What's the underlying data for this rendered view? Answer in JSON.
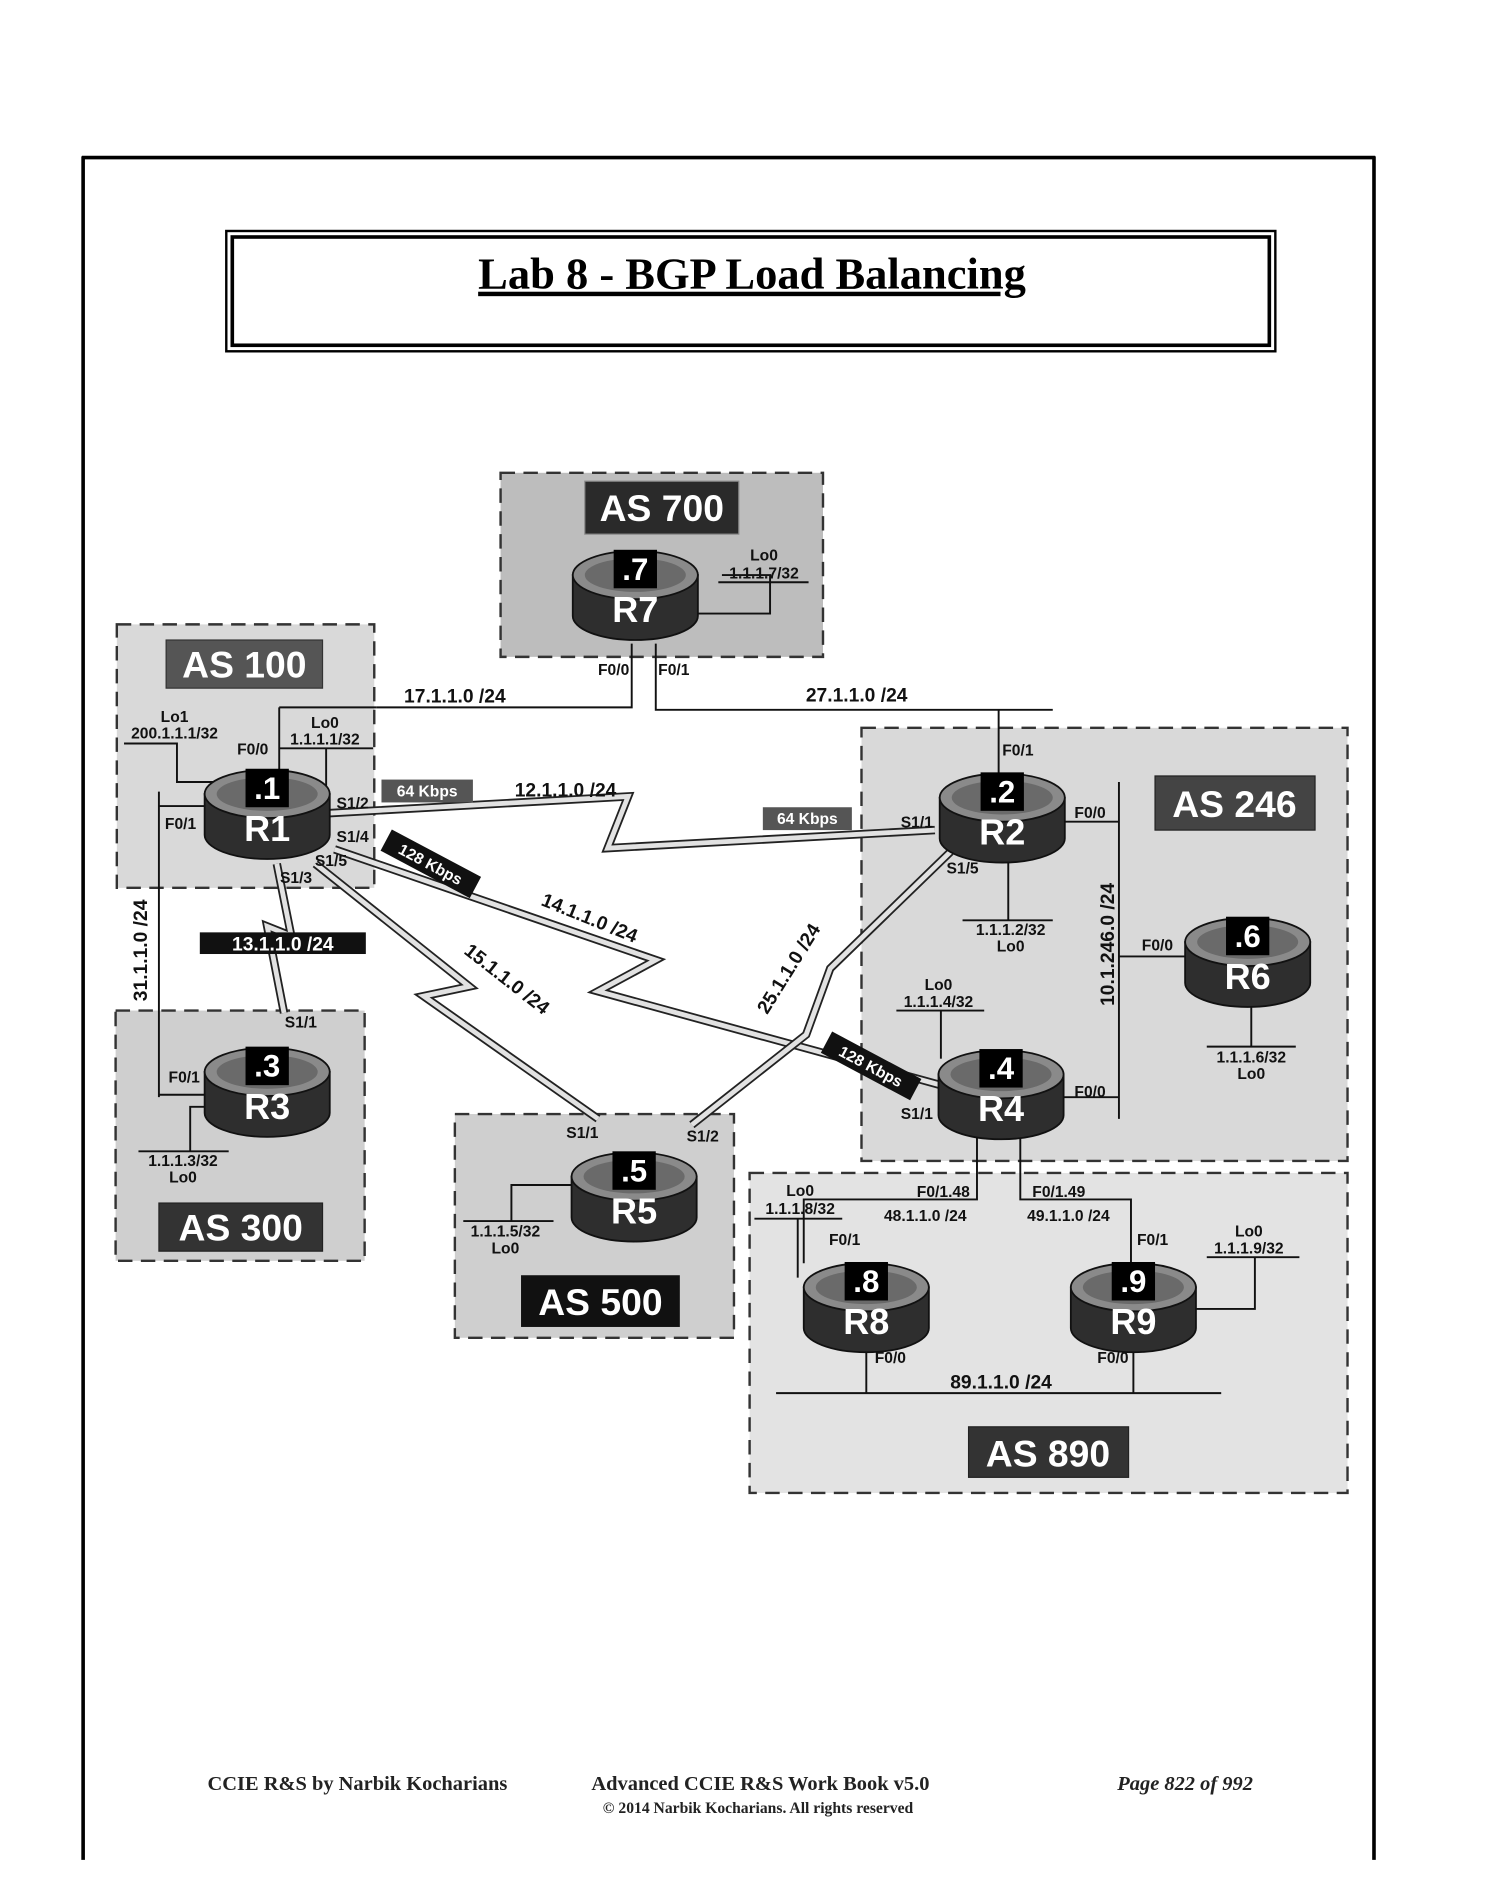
{
  "title": "Lab 8 - BGP Load Balancing",
  "as_labels": {
    "as700": "AS 700",
    "as100": "AS 100",
    "as246": "AS 246",
    "as300": "AS 300",
    "as500": "AS 500",
    "as890": "AS 890"
  },
  "routers": [
    {
      "name": "R1",
      "host": ".1"
    },
    {
      "name": "R2",
      "host": ".2"
    },
    {
      "name": "R3",
      "host": ".3"
    },
    {
      "name": "R4",
      "host": ".4"
    },
    {
      "name": "R5",
      "host": ".5"
    },
    {
      "name": "R6",
      "host": ".6"
    },
    {
      "name": "R7",
      "host": ".7"
    },
    {
      "name": "R8",
      "host": ".8"
    },
    {
      "name": "R9",
      "host": ".9"
    }
  ],
  "networks": {
    "n17": "17.1.1.0 /24",
    "n27": "27.1.1.0 /24",
    "n12": "12.1.1.0 /24",
    "n13": "13.1.1.0 /24",
    "n14": "14.1.1.0 /24",
    "n15": "15.1.1.0 /24",
    "n25": "25.1.1.0 /24",
    "n31": "31.1.1.0 /24",
    "n246": "10.1.246.0 /24",
    "n48": "48.1.1.0 /24",
    "n49": "49.1.1.0 /24",
    "n89": "89.1.1.0 /24"
  },
  "bandwidth": {
    "r1_12": "64 Kbps",
    "r2_12": "64 Kbps",
    "r1_14": "128 Kbps",
    "r4_14": "128 Kbps"
  },
  "loopbacks": {
    "r1_lo1_name": "Lo1",
    "r1_lo1_ip": "200.1.1.1/32",
    "r1_lo0_name": "Lo0",
    "r1_lo0_ip": "1.1.1.1/32",
    "r2_lo0_name": "Lo0",
    "r2_lo0_ip": "1.1.1.2/32",
    "r3_lo0_name": "Lo0",
    "r3_lo0_ip": "1.1.1.3/32",
    "r4_lo0_name": "Lo0",
    "r4_lo0_ip": "1.1.1.4/32",
    "r5_lo0_name": "Lo0",
    "r5_lo0_ip": "1.1.1.5/32",
    "r6_lo0_name": "Lo0",
    "r6_lo0_ip": "1.1.1.6/32",
    "r7_lo0_name": "Lo0",
    "r7_lo0_ip": "1.1.1.7/32",
    "r8_lo0_name": "Lo0",
    "r8_lo0_ip": "1.1.1.8/32",
    "r9_lo0_name": "Lo0",
    "r9_lo0_ip": "1.1.1.9/32"
  },
  "interfaces": {
    "r7_f00": "F0/0",
    "r7_f01": "F0/1",
    "r1_f00": "F0/0",
    "r1_f01": "F0/1",
    "r1_s12": "S1/2",
    "r1_s14": "S1/4",
    "r1_s15": "S1/5",
    "r1_s13": "S1/3",
    "r2_f01": "F0/1",
    "r2_f00": "F0/0",
    "r2_s11": "S1/1",
    "r2_s15": "S1/5",
    "r3_s11": "S1/1",
    "r3_f01": "F0/1",
    "r4_s11": "S1/1",
    "r4_f00": "F0/0",
    "r4_f0148": "F0/1.48",
    "r4_f0149": "F0/1.49",
    "r5_s11": "S1/1",
    "r5_s12": "S1/2",
    "r6_f00": "F0/0",
    "r8_f01": "F0/1",
    "r8_f00": "F0/0",
    "r9_f01": "F0/1",
    "r9_f00": "F0/0"
  },
  "footer": {
    "author": "CCIE R&S by Narbik Kocharians",
    "book": "Advanced CCIE R&S Work Book v5.0",
    "page": "Page 822 of 992",
    "copyright": "© 2014 Narbik Kocharians. All rights reserved"
  },
  "colors": {
    "as_box_fill": "#d6d6d6",
    "as700_fill": "#bdbdbd",
    "label_box": "#2a2a2a",
    "router_body": "#3a3a3a"
  }
}
